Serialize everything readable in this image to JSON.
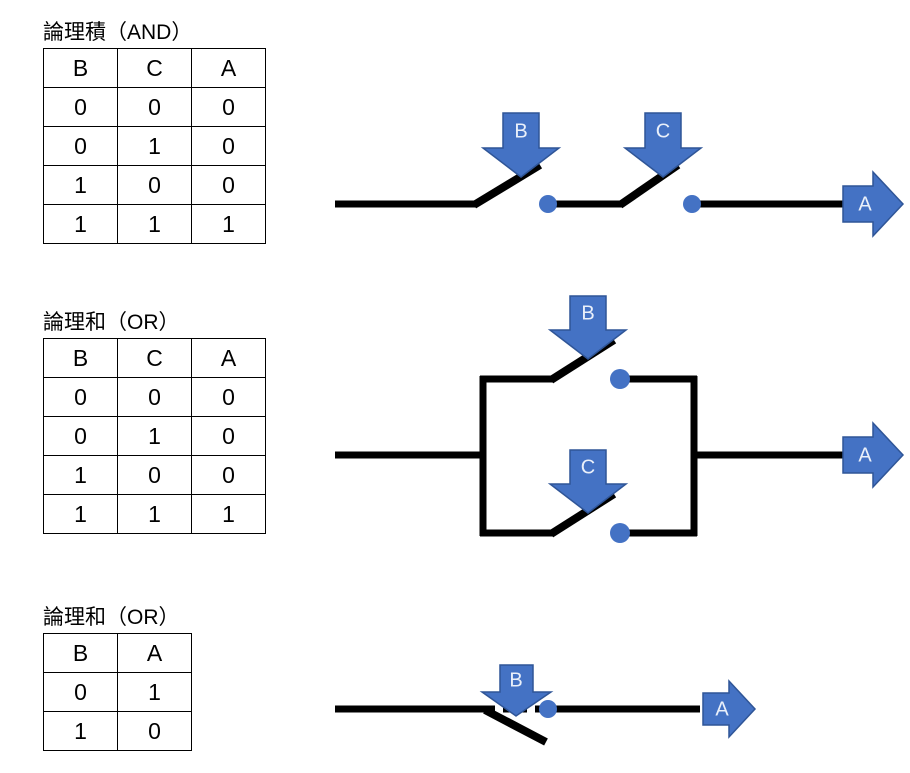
{
  "page": {
    "background": "#ffffff",
    "accent_blue": "#4472C4",
    "accent_blue_dark": "#2F5597",
    "wire_color": "#000000"
  },
  "sections": [
    {
      "id": "and",
      "title": "論理積（AND）",
      "table": {
        "headers": [
          "B",
          "C",
          "A"
        ],
        "rows": [
          [
            "0",
            "0",
            "0"
          ],
          [
            "0",
            "1",
            "0"
          ],
          [
            "1",
            "0",
            "0"
          ],
          [
            "1",
            "1",
            "1"
          ]
        ]
      },
      "circuit": {
        "type": "series",
        "input_arrows": [
          "B",
          "C"
        ],
        "output_arrow": "A"
      }
    },
    {
      "id": "or",
      "title": "論理和（OR）",
      "table": {
        "headers": [
          "B",
          "C",
          "A"
        ],
        "rows": [
          [
            "0",
            "0",
            "0"
          ],
          [
            "0",
            "1",
            "0"
          ],
          [
            "1",
            "0",
            "0"
          ],
          [
            "1",
            "1",
            "1"
          ]
        ]
      },
      "circuit": {
        "type": "parallel",
        "input_arrows": [
          "B",
          "C"
        ],
        "output_arrow": "A"
      }
    },
    {
      "id": "not",
      "title": "論理和（OR）",
      "table": {
        "headers": [
          "B",
          "A"
        ],
        "rows": [
          [
            "0",
            "1"
          ],
          [
            "1",
            "0"
          ]
        ]
      },
      "circuit": {
        "type": "normally-closed",
        "input_arrows": [
          "B"
        ],
        "output_arrow": "A"
      }
    }
  ]
}
